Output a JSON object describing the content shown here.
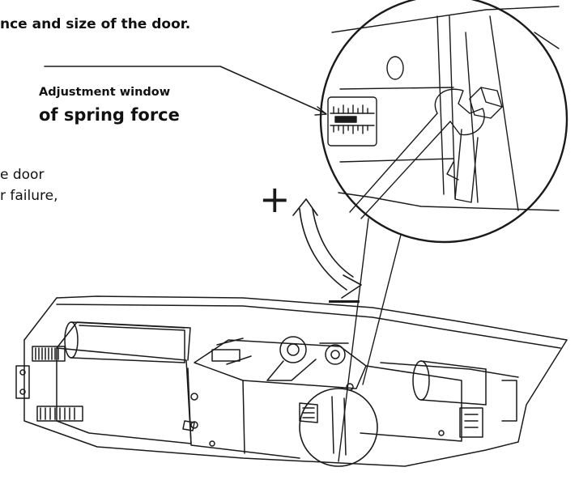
{
  "page": {
    "heading": "nce and size of the door.",
    "callout": {
      "line1": "Adjustment window",
      "line2": "of spring force"
    },
    "body": {
      "line1": "e door",
      "line2": "r failure,"
    },
    "indicators": {
      "plus": "+",
      "minus": "—"
    }
  }
}
